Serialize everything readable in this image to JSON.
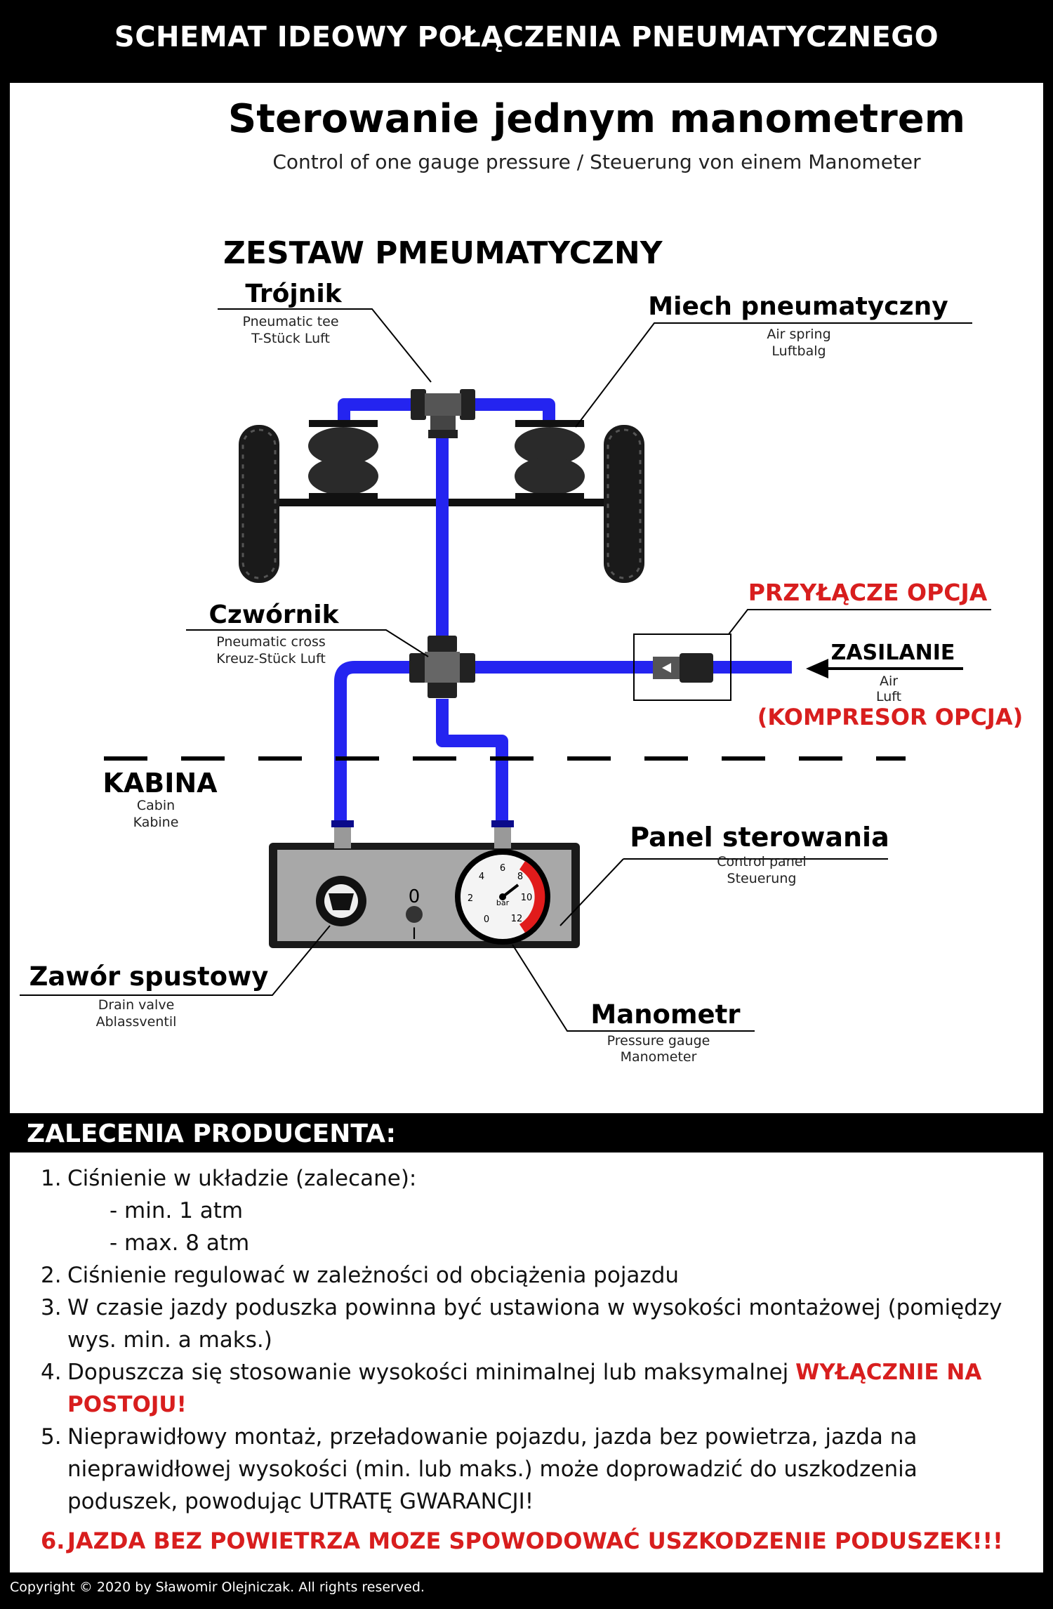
{
  "header": {
    "title": "SCHEMAT IDEOWY POŁĄCZENIA PNEUMATYCZNEGO"
  },
  "diagram": {
    "title": "Sterowanie jednym manometrem",
    "subtitle": "Control of one gauge pressure / Steuerung von einem Manometer",
    "kit_label": "ZESTAW PMEUMATYCZNY",
    "tee": {
      "name": "Trójnik",
      "en": "Pneumatic tee",
      "de": "T-Stück Luft"
    },
    "air_spring": {
      "name": "Miech pneumatyczny",
      "en": "Air spring",
      "de": "Luftbalg"
    },
    "cross": {
      "name": "Czwórnik",
      "en": "Pneumatic cross",
      "de": "Kreuz-Stück Luft"
    },
    "connector": {
      "name": "PRZYŁĄCZE OPCJA"
    },
    "supply": {
      "name": "ZASILANIE",
      "en": "Air",
      "de": "Luft",
      "note": "(KOMPRESOR OPCJA)"
    },
    "cabin": {
      "name": "KABINA",
      "en": "Cabin",
      "de": "Kabine"
    },
    "control_panel": {
      "name": "Panel sterowania",
      "en": "Control panel",
      "de": "Steuerung"
    },
    "drain_valve": {
      "name": "Zawór spustowy",
      "en": "Drain valve",
      "de": "Ablassventil"
    },
    "gauge": {
      "name": "Manometr",
      "en": "Pressure gauge",
      "de": "Manometer",
      "unit": "bar",
      "ticks": [
        "0",
        "2",
        "4",
        "6",
        "8",
        "10",
        "12"
      ]
    },
    "switch": {
      "on": "0",
      "off": "I"
    }
  },
  "recommendations": {
    "title": "ZALECENIA PRODUCENTA:",
    "items": [
      {
        "num": "1.",
        "text": "Ciśnienie w układzie (zalecane):"
      },
      {
        "text": "- min. 1 atm"
      },
      {
        "text": "- max. 8 atm"
      },
      {
        "num": "2.",
        "text": "Ciśnienie regulować w zależności od obciążenia pojazdu"
      },
      {
        "num": "3.",
        "text": "W czasie jazdy poduszka powinna być ustawiona w wysokości montażowej (pomiędzy wys. min. a maks.)"
      },
      {
        "num": "4.",
        "text": "Dopuszcza się stosowanie wysokości minimalnej lub maksymalnej ",
        "highlight": "WYŁĄCZNIE NA POSTOJU!"
      },
      {
        "num": "5.",
        "text": "Nieprawidłowy montaż, przeładowanie pojazdu, jazda bez powietrza, jazda na nieprawidłowej wysokości (min. lub maks.) może doprowadzić do uszkodzenia poduszek, powodując UTRATĘ GWARANCJI!"
      },
      {
        "num": "6.",
        "text": "JAZDA BEZ POWIETRZA MOZE SPOWODOWAĆ USZKODZENIE PODUSZEK!!!"
      }
    ]
  },
  "footer": {
    "copyright": "Copyright © 2020 by Sławomir Olejniczak. All rights reserved."
  },
  "colors": {
    "hose": "#2424f0",
    "hose_dark": "#0f0fa0",
    "warning": "#d81e1e",
    "gauge_red": "#e11b1b"
  }
}
